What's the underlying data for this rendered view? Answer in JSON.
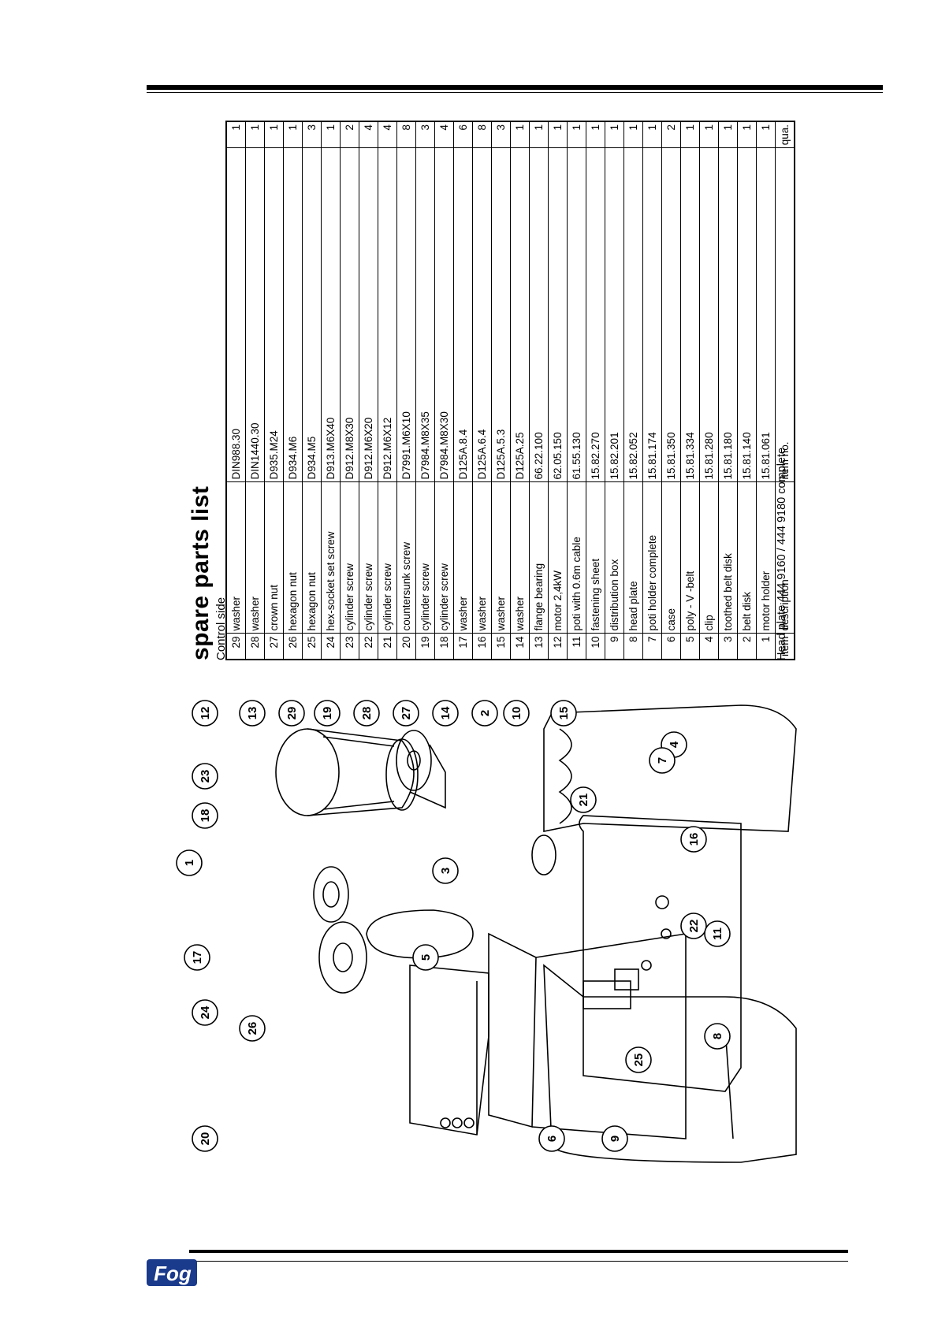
{
  "page": {
    "title": "spare parts list",
    "subtitle": "Control side",
    "caption": "Head plate 444 9160 / 444 9180 complete",
    "logo_text": "Fog"
  },
  "table": {
    "headers": {
      "item": "item",
      "description": "description",
      "item_no": "item no.",
      "qua": "qua."
    },
    "rows": [
      {
        "item": "29",
        "description": "washer",
        "item_no": "DIN988.30",
        "qua": "1"
      },
      {
        "item": "28",
        "description": "washer",
        "item_no": "DIN1440.30",
        "qua": "1"
      },
      {
        "item": "27",
        "description": "crown nut",
        "item_no": "D935.M24",
        "qua": "1"
      },
      {
        "item": "26",
        "description": "hexagon nut",
        "item_no": "D934.M6",
        "qua": "1"
      },
      {
        "item": "25",
        "description": "hexagon nut",
        "item_no": "D934.M5",
        "qua": "3"
      },
      {
        "item": "24",
        "description": "hex-socket set screw",
        "item_no": "D913.M6X40",
        "qua": "1"
      },
      {
        "item": "23",
        "description": "cylinder screw",
        "item_no": "D912.M8X30",
        "qua": "2"
      },
      {
        "item": "22",
        "description": "cylinder screw",
        "item_no": "D912.M6X20",
        "qua": "4"
      },
      {
        "item": "21",
        "description": "cylinder screw",
        "item_no": "D912.M6X12",
        "qua": "4"
      },
      {
        "item": "20",
        "description": "countersunk screw",
        "item_no": "D7991.M6X10",
        "qua": "8"
      },
      {
        "item": "19",
        "description": "cylinder screw",
        "item_no": "D7984.M8X35",
        "qua": "3"
      },
      {
        "item": "18",
        "description": "cylinder screw",
        "item_no": "D7984.M8X30",
        "qua": "4"
      },
      {
        "item": "17",
        "description": "washer",
        "item_no": "D125A.8.4",
        "qua": "6"
      },
      {
        "item": "16",
        "description": "washer",
        "item_no": "D125A.6.4",
        "qua": "8"
      },
      {
        "item": "15",
        "description": "washer",
        "item_no": "D125A.5.3",
        "qua": "3"
      },
      {
        "item": "14",
        "description": "washer",
        "item_no": "D125A.25",
        "qua": "1"
      },
      {
        "item": "13",
        "description": "flange bearing",
        "item_no": "66.22.100",
        "qua": "1"
      },
      {
        "item": "12",
        "description": "motor 2,4kW",
        "item_no": "62.05.150",
        "qua": "1"
      },
      {
        "item": "11",
        "description": "poti with 0.6m cable",
        "item_no": "61.55.130",
        "qua": "1"
      },
      {
        "item": "10",
        "description": "fastening sheet",
        "item_no": "15.82.270",
        "qua": "1"
      },
      {
        "item": "9",
        "description": "distribution box",
        "item_no": "15.82.201",
        "qua": "1"
      },
      {
        "item": "8",
        "description": "head plate",
        "item_no": "15.82.052",
        "qua": "1"
      },
      {
        "item": "7",
        "description": "poti holder complete",
        "item_no": "15.81.174",
        "qua": "1"
      },
      {
        "item": "6",
        "description": "case",
        "item_no": "15.81.350",
        "qua": "2"
      },
      {
        "item": "5",
        "description": "poly - V -belt",
        "item_no": "15.81.334",
        "qua": "1"
      },
      {
        "item": "4",
        "description": "clip",
        "item_no": "15.81.280",
        "qua": "1"
      },
      {
        "item": "3",
        "description": "toothed belt disk",
        "item_no": "15.81.180",
        "qua": "1"
      },
      {
        "item": "2",
        "description": "belt disk",
        "item_no": "15.81.140",
        "qua": "1"
      },
      {
        "item": "1",
        "description": "motor holder",
        "item_no": "15.81.061",
        "qua": "1"
      }
    ]
  },
  "callouts": [
    "12",
    "13",
    "29",
    "19",
    "28",
    "27",
    "14",
    "2",
    "10",
    "15",
    "23",
    "18",
    "1",
    "17",
    "24",
    "26",
    "20",
    "5",
    "3",
    "21",
    "4",
    "7",
    "16",
    "22",
    "11",
    "8",
    "9",
    "25",
    "6"
  ]
}
